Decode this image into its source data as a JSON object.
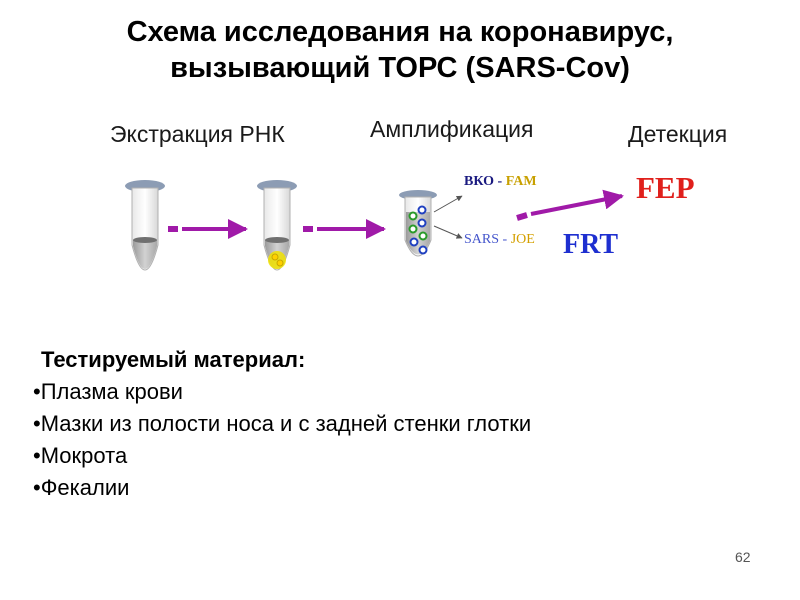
{
  "title": {
    "line1": "Схема исследования на коронавирус,",
    "line2": "вызывающий ТОРС (SARS-Cov)"
  },
  "steps": {
    "extraction": "Экстракция РНК",
    "amplification": "Амплификация",
    "detection": "Детекция"
  },
  "channels": {
    "vko_prefix": "ВКО - ",
    "vko_dye": "FAM",
    "sars_prefix": "SARS - ",
    "sars_dye": "JOE"
  },
  "brands": {
    "fep": "FEP",
    "frt": "FRT"
  },
  "materials": {
    "heading": "Тестируемый материал:",
    "items": [
      "Плазма крови",
      "Мазки из полости носа и с задней стенки глотки",
      "Мокрота",
      "Фекалии"
    ]
  },
  "colors": {
    "arrow": "#a01aa8",
    "tube_cap": "#8c9cb4",
    "tube_body": "#c8c8c8",
    "fep": "#e0201c",
    "frt": "#1e2fd0"
  },
  "page_number": "62"
}
